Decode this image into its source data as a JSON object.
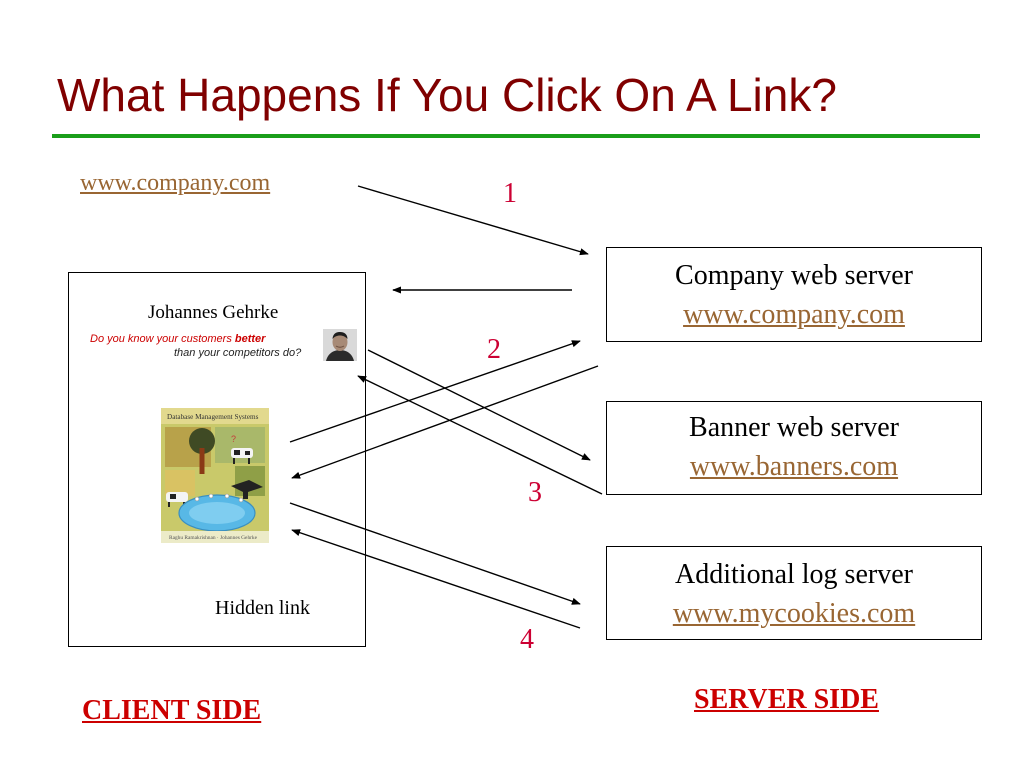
{
  "title": "What Happens If You Click On A Link?",
  "colors": {
    "title": "#800000",
    "rule": "#1a9e1a",
    "link": "#996633",
    "step_number": "#cc0033",
    "side_label": "#cc0000"
  },
  "client": {
    "url": "www.company.com",
    "page": {
      "author": "Johannes Gehrke",
      "tagline_prefix": "Do you know your customers ",
      "tagline_emphasis": "better",
      "tagline_suffix": "than your competitors do?",
      "book_title": "Database Management Systems",
      "book_authors": "Raghu Ramakrishnan · Johannes Gehrke",
      "hidden_link": "Hidden link"
    },
    "side_label": "CLIENT SIDE"
  },
  "servers": [
    {
      "name": "Company web server",
      "url": "www.company.com"
    },
    {
      "name": "Banner web server",
      "url": "www.banners.com"
    },
    {
      "name": "Additional log server",
      "url": "www.mycookies.com"
    }
  ],
  "server_side_label": "SERVER SIDE",
  "steps": [
    "1",
    "2",
    "3",
    "4"
  ]
}
